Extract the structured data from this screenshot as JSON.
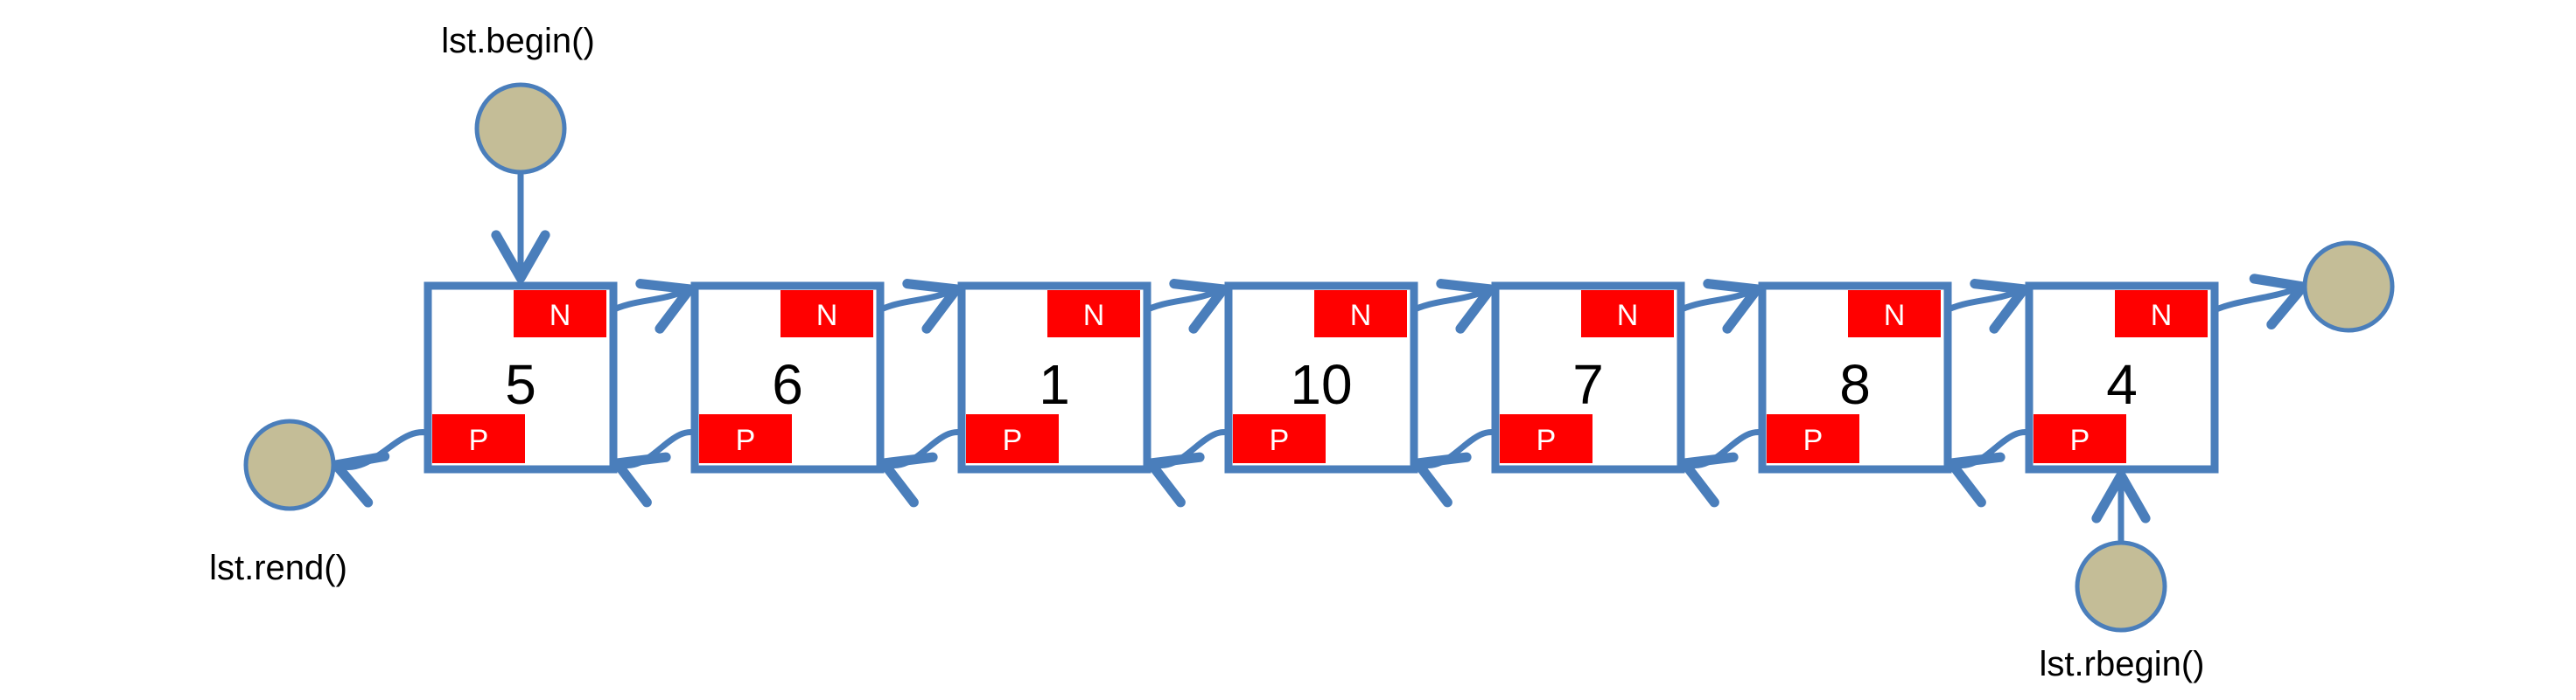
{
  "nodes": [
    {
      "value": "5",
      "next_label": "N",
      "prev_label": "P"
    },
    {
      "value": "6",
      "next_label": "N",
      "prev_label": "P"
    },
    {
      "value": "1",
      "next_label": "N",
      "prev_label": "P"
    },
    {
      "value": "10",
      "next_label": "N",
      "prev_label": "P"
    },
    {
      "value": "7",
      "next_label": "N",
      "prev_label": "P"
    },
    {
      "value": "8",
      "next_label": "N",
      "prev_label": "P"
    },
    {
      "value": "4",
      "next_label": "N",
      "prev_label": "P"
    }
  ],
  "iterators": {
    "begin": {
      "label": "lst.begin()"
    },
    "rend": {
      "label": "lst.rend()"
    },
    "rbegin": {
      "label": "lst.rbegin()"
    },
    "end": {
      "label": ""
    }
  },
  "colors": {
    "link": "#4a7ebb",
    "node_border": "#4a7ebb",
    "tag_fill": "#ff0000",
    "circle_fill": "#c4bd97",
    "circle_stroke": "#4a7ebb"
  }
}
